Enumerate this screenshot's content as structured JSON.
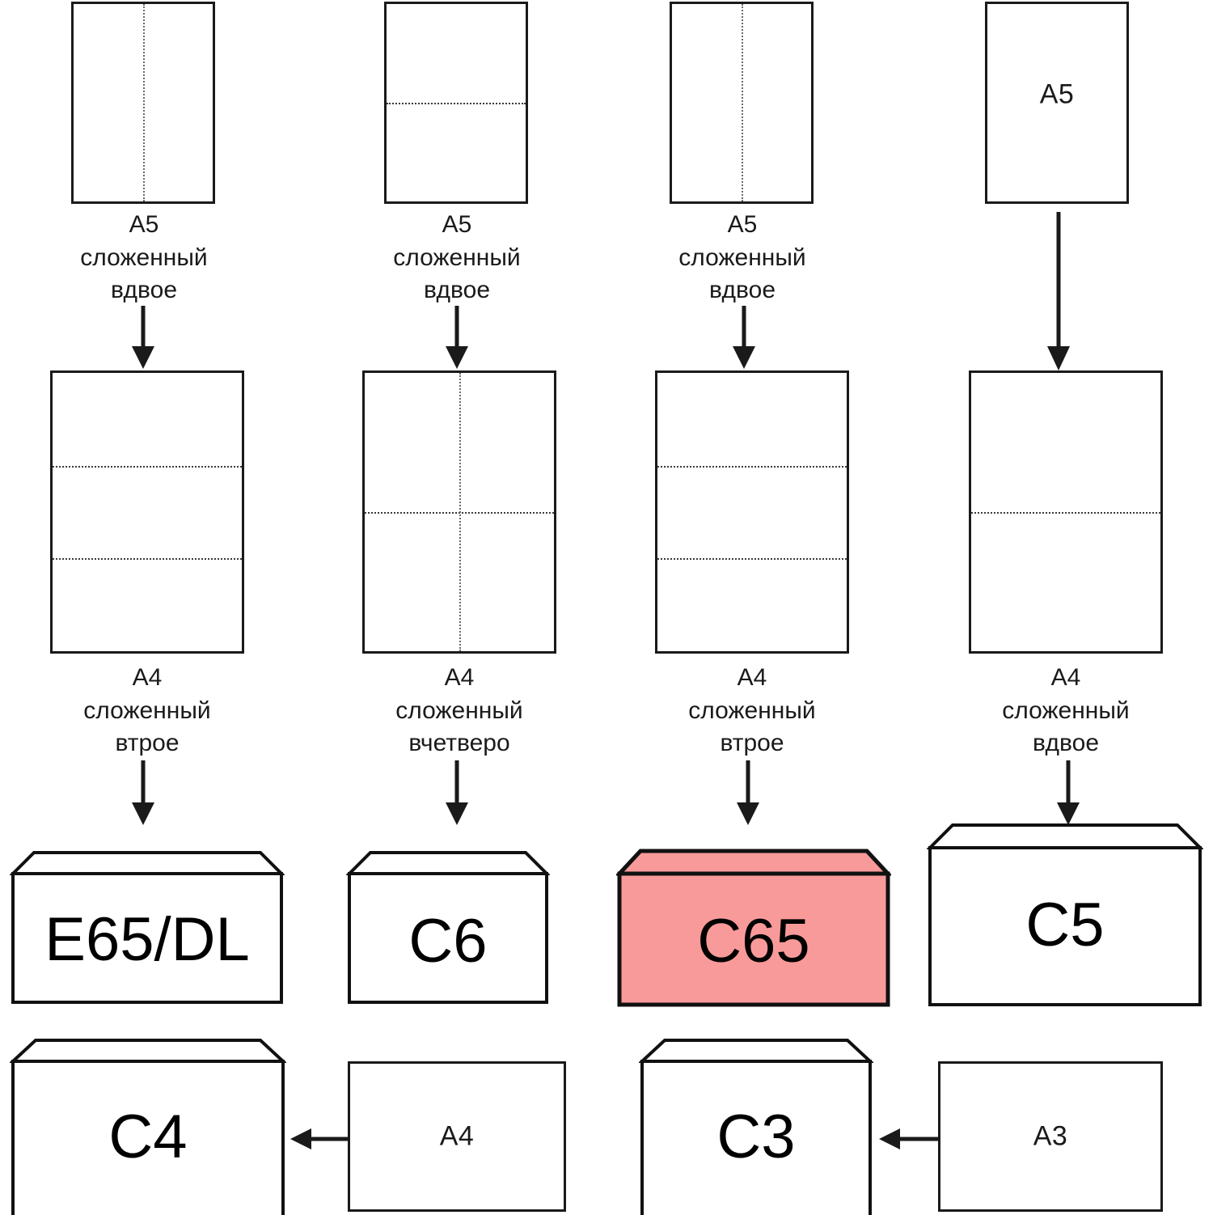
{
  "diagram": {
    "title": "Envelope and paper folding chart",
    "highlight_color": "#f99a9a",
    "line_color": "#1a1a1a",
    "fold_color": "#3a3a3a",
    "background": "#ffffff"
  },
  "columns": [
    {
      "id": "col-1",
      "top_sheet": {
        "label": "",
        "fold": "vertical-center"
      },
      "top_caption": "A5\nсложенный\nвдвое",
      "mid_sheet": {
        "label": "",
        "fold": "horizontal-thirds"
      },
      "mid_caption": "A4\nсложенный\nвтрое",
      "envelope": {
        "label": "E65/DL",
        "highlighted": false
      }
    },
    {
      "id": "col-2",
      "top_sheet": {
        "label": "",
        "fold": "horizontal-center"
      },
      "top_caption": "A5\nсложенный\nвдвое",
      "mid_sheet": {
        "label": "",
        "fold": "cross-center"
      },
      "mid_caption": "A4\nсложенный\nвчетверо",
      "envelope": {
        "label": "C6",
        "highlighted": false
      }
    },
    {
      "id": "col-3",
      "top_sheet": {
        "label": "",
        "fold": "vertical-center"
      },
      "top_caption": "A5\nсложенный\nвдвое",
      "mid_sheet": {
        "label": "",
        "fold": "horizontal-thirds"
      },
      "mid_caption": "A4\nсложенный\nвтрое",
      "envelope": {
        "label": "C65",
        "highlighted": true
      }
    },
    {
      "id": "col-4",
      "top_sheet": {
        "label": "A5",
        "fold": "none"
      },
      "top_caption": "",
      "mid_sheet": {
        "label": "",
        "fold": "horizontal-center"
      },
      "mid_caption": "A4\nсложенный\nвдвое",
      "envelope": {
        "label": "C5",
        "highlighted": false
      }
    }
  ],
  "bottom_row": [
    {
      "id": "pair-c4",
      "envelope_label": "C4",
      "sheet_label": "A4"
    },
    {
      "id": "pair-c3",
      "envelope_label": "C3",
      "sheet_label": "A3"
    }
  ]
}
